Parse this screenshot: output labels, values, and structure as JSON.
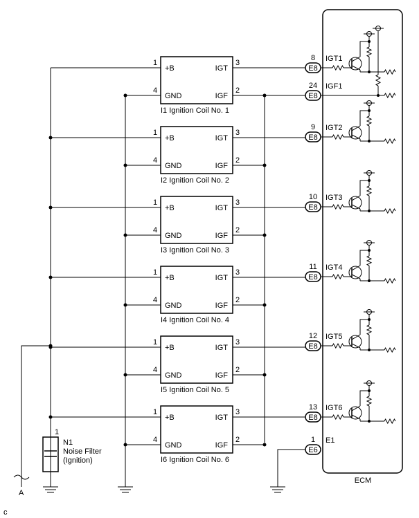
{
  "coils": [
    {
      "name": "I1 Ignition Coil No. 1",
      "pos_b": "+B",
      "gnd": "GND",
      "igt": "IGT",
      "igf": "IGF",
      "pin_b": "1",
      "pin_gnd": "4",
      "pin_igt": "3",
      "pin_igf": "2"
    },
    {
      "name": "I2 Ignition Coil No. 2",
      "pos_b": "+B",
      "gnd": "GND",
      "igt": "IGT",
      "igf": "IGF",
      "pin_b": "1",
      "pin_gnd": "4",
      "pin_igt": "3",
      "pin_igf": "2"
    },
    {
      "name": "I3 Ignition Coil No. 3",
      "pos_b": "+B",
      "gnd": "GND",
      "igt": "IGT",
      "igf": "IGF",
      "pin_b": "1",
      "pin_gnd": "4",
      "pin_igt": "3",
      "pin_igf": "2"
    },
    {
      "name": "I4 Ignition Coil No. 4",
      "pos_b": "+B",
      "gnd": "GND",
      "igt": "IGT",
      "igf": "IGF",
      "pin_b": "1",
      "pin_gnd": "4",
      "pin_igt": "3",
      "pin_igf": "2"
    },
    {
      "name": "I5 Ignition Coil No. 5",
      "pos_b": "+B",
      "gnd": "GND",
      "igt": "IGT",
      "igf": "IGF",
      "pin_b": "1",
      "pin_gnd": "4",
      "pin_igt": "3",
      "pin_igf": "2"
    },
    {
      "name": "I6 Ignition Coil No. 6",
      "pos_b": "+B",
      "gnd": "GND",
      "igt": "IGT",
      "igf": "IGF",
      "pin_b": "1",
      "pin_gnd": "4",
      "pin_igt": "3",
      "pin_igf": "2"
    }
  ],
  "ecm": {
    "label": "ECM",
    "connectors": [
      {
        "conn": "E8",
        "pin": "8",
        "signal": "IGT1"
      },
      {
        "conn": "E8",
        "pin": "24",
        "signal": "IGF1"
      },
      {
        "conn": "E8",
        "pin": "9",
        "signal": "IGT2"
      },
      {
        "conn": "E8",
        "pin": "10",
        "signal": "IGT3"
      },
      {
        "conn": "E8",
        "pin": "11",
        "signal": "IGT4"
      },
      {
        "conn": "E8",
        "pin": "12",
        "signal": "IGT5"
      },
      {
        "conn": "E8",
        "pin": "13",
        "signal": "IGT6"
      },
      {
        "conn": "E6",
        "pin": "1",
        "signal": "E1"
      }
    ]
  },
  "noise_filter": {
    "pin": "1",
    "line1": "N1",
    "line2": "Noise Filter",
    "line3": "(Ignition)"
  },
  "wire_a_label": "A",
  "corner_mark": "c"
}
